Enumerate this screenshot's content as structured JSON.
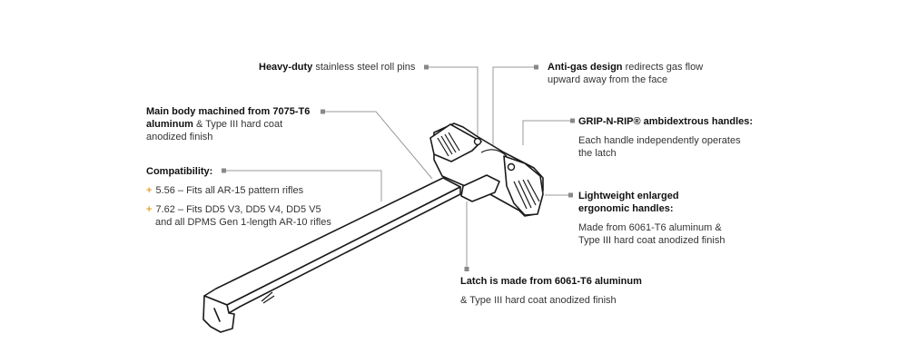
{
  "colors": {
    "line": "#999999",
    "dot": "#888888",
    "bullet": "#e8a33a",
    "text": "#333333",
    "outline": "#1a1a1a"
  },
  "callouts": {
    "pins": {
      "bold": "Heavy-duty",
      "rest": " stainless steel roll pins"
    },
    "antigas": {
      "bold": "Anti-gas design",
      "rest": " redirects gas flow",
      "line2": "upward away from the face"
    },
    "body": {
      "line1_bold": "Main body machined from 7075-T6",
      "line2_bold": "aluminum",
      "line2_rest": " & Type III hard coat",
      "line3": "anodized finish"
    },
    "compat": {
      "title": "Compatibility:",
      "items": [
        {
          "text": "5.56 – Fits all AR-15 pattern rifles"
        },
        {
          "text": "7.62 – Fits DD5 V3, DD5 V4, DD5 V5",
          "cont": "and all DPMS Gen 1-length AR-10 rifles"
        }
      ]
    },
    "grip": {
      "title": "GRIP-N-RIP® ambidextrous handles:",
      "line1": "Each handle independently operates",
      "line2": "the latch"
    },
    "light": {
      "title1": "Lightweight enlarged",
      "title2": "ergonomic handles:",
      "line1": "Made from 6061-T6 aluminum &",
      "line2": "Type III hard coat anodized finish"
    },
    "latch": {
      "bold": "Latch is made from 6061-T6 aluminum",
      "line2": "& Type III hard coat anodized finish"
    }
  }
}
